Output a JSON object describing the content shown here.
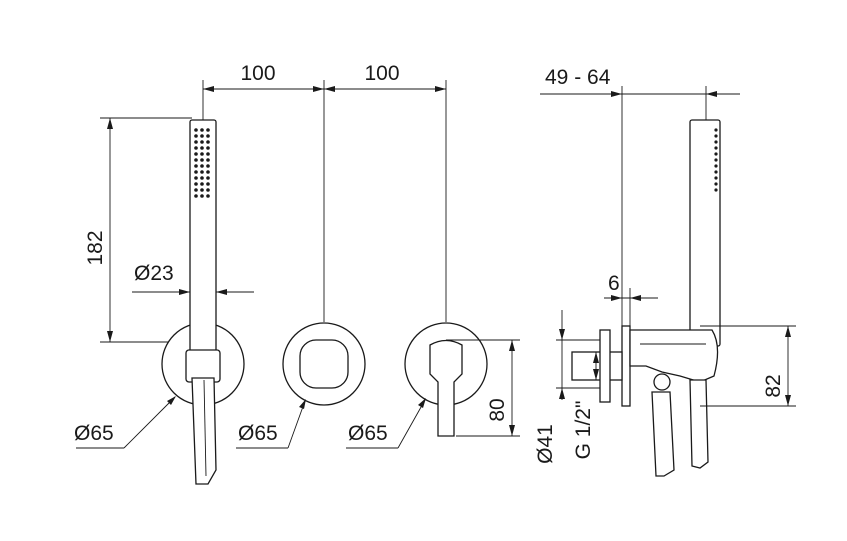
{
  "dimensions": {
    "spacing_1": "100",
    "spacing_2": "100",
    "depth_range": "49 - 64",
    "handshower_length": "182",
    "handshower_diameter": "Ø23",
    "plate_offset": "6",
    "plate_diameter_1": "Ø65",
    "plate_diameter_2": "Ø65",
    "plate_diameter_3": "Ø65",
    "handle_height": "80",
    "side_height": "82",
    "connection_diameter": "Ø41",
    "thread": "G 1/2\""
  }
}
